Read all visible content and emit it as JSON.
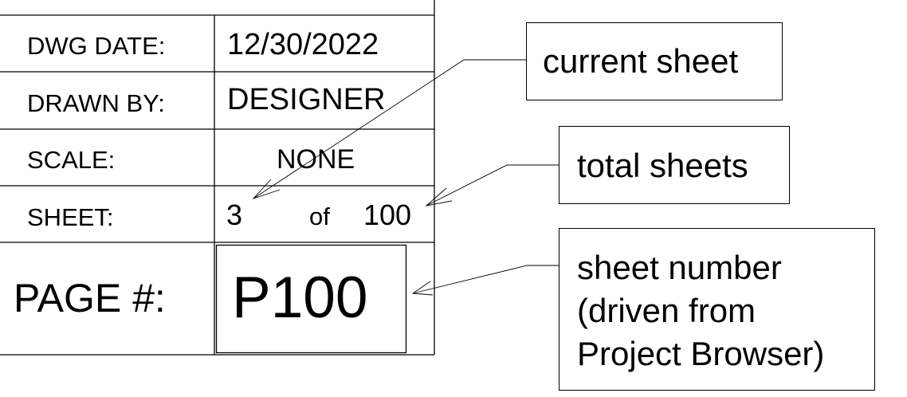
{
  "title_block": {
    "rows": [
      {
        "label": "DWG DATE:",
        "value": "12/30/2022"
      },
      {
        "label": "DRAWN BY:",
        "value": "DESIGNER"
      },
      {
        "label": "SCALE:",
        "value": "NONE"
      },
      {
        "label": "SHEET:",
        "current": "3",
        "of": "of",
        "total": "100"
      }
    ],
    "page": {
      "label": "PAGE #:",
      "value": "P100"
    }
  },
  "callouts": {
    "current_sheet": "current sheet",
    "total_sheets": "total sheets",
    "sheet_number_lines": [
      "sheet number",
      "(driven from",
      "Project Browser)"
    ]
  },
  "colors": {
    "line": "#000000",
    "background": "#ffffff"
  }
}
